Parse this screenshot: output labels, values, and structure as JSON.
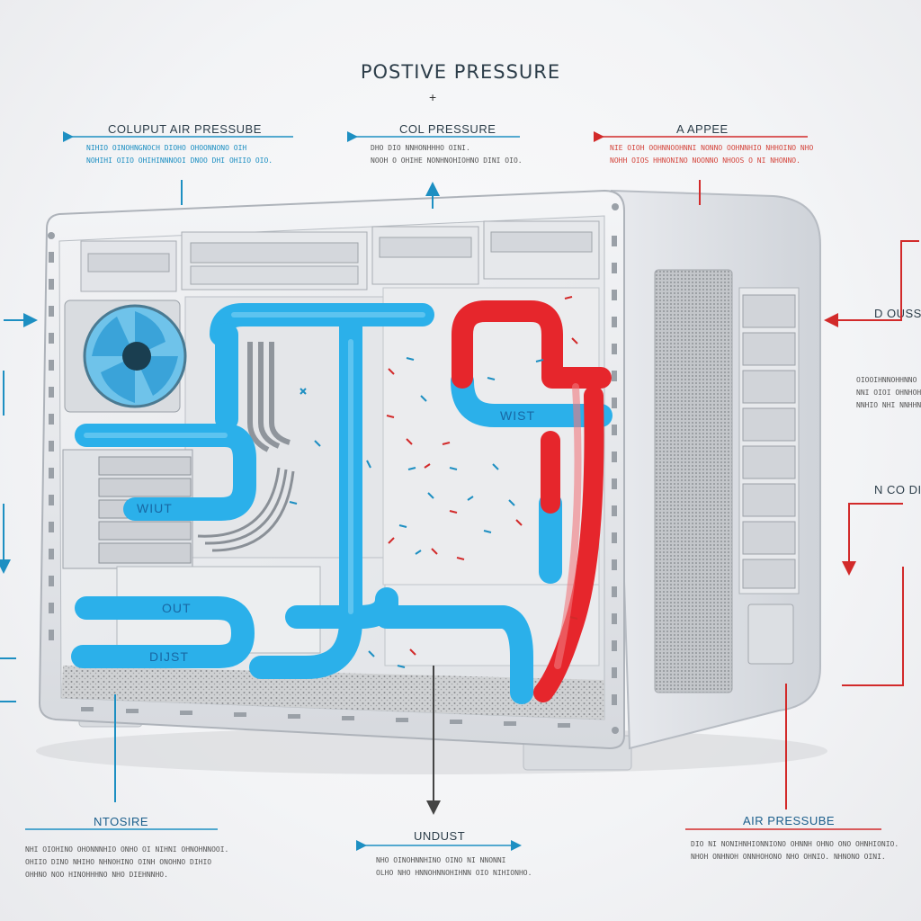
{
  "title": "POSTIVE PRESSURE",
  "plus": "+",
  "labels": {
    "top_left": "COLUPUT AIR PRESSUBE",
    "top_center": "COL PRESSURE",
    "top_right": "A APPEE",
    "right_upper": "D OUSSC",
    "right_lower": "N CO DI",
    "bottom_left": "NTOSIRE",
    "bottom_center": "UNDUST",
    "bottom_right": "AIR PRESSUBE"
  },
  "tube_labels": {
    "upper_left": "WIUT",
    "right_branch": "WIST",
    "lower_out": "OUT",
    "lower_dust": "DIJST"
  },
  "notes": {
    "top_left": [
      "NIHIO OINOHNGNOCH DIOHO OHOONNONO OIH",
      "NOHIHI OIIO OHIHINNNOOI DNOO DHI OHIIO OIO."
    ],
    "top_center": [
      "DHO DIO NNHONHHHO OINI.",
      "NOOH O OHIHE NONHNOHIOHNO DINI OIO."
    ],
    "top_right": [
      "NIE OIOH OOHNNOOHNNI NONNO OOHNNHIO NHHOINO NHO",
      "NOHH OIOS HHNONINO NOONNO NHOOS O NI NHONNO."
    ],
    "right": [
      "OIOOIHNNOHHNNO NIO",
      "NNI OIOI OHNHOHNI ONO",
      "NNHIO NHI NNHHNON"
    ],
    "bottom_left": [
      "NHI OIOHINO OHONNNHIO ONHO OI NIHNI OHNOHNNOOI.",
      "OHIIO DINO NHIHO NHNOHINO OINH ONOHNO DIHIO",
      "OHHNO NOO HINOHHHNO NHO DIEHNNHO."
    ],
    "bottom_center": [
      "NHO OINOHNNHINO OINO NI NNONNI",
      "OLHO NHO HNNOHNNOHIHNN OIO NIHIONHO."
    ],
    "bottom_right": [
      "DIO NI NONIHNHIONNIONO OHNNH OHNO ONO OHNHIONIO.",
      "NHOH ONHNOH ONNHOHONO NHO OHNIO. NHNONO OINI."
    ]
  },
  "colors": {
    "cool_air": "#2bb0ea",
    "hot_air": "#e6262c",
    "case_frame": "#e4e6ea",
    "dust": "#a9abad"
  }
}
